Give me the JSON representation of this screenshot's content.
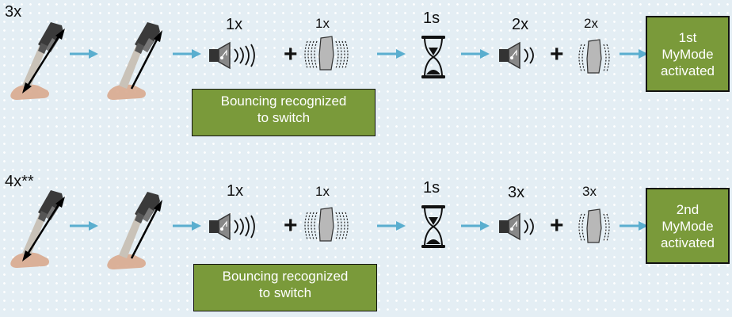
{
  "rows": [
    {
      "repeat_label": "3x",
      "sound1_count": "1x",
      "vibe1_count": "1x",
      "wait_label": "1s",
      "sound2_count": "2x",
      "vibe2_count": "2x",
      "note": [
        "Bouncing recognized",
        "to switch"
      ],
      "result": [
        "1st",
        "MyMode",
        "activated"
      ]
    },
    {
      "repeat_label": "4x**",
      "sound1_count": "1x",
      "vibe1_count": "1x",
      "wait_label": "1s",
      "sound2_count": "3x",
      "vibe2_count": "3x",
      "note": [
        "Bouncing recognized",
        "to switch"
      ],
      "result": [
        "2nd",
        "MyMode",
        "activated"
      ]
    }
  ],
  "colors": {
    "arrow": "#5aaecf",
    "box": "#7a9a3a",
    "skin": "#d8a98e",
    "prosthesis": "#3a3a3a"
  },
  "icons": [
    "prosthetic-leg-icon",
    "speaker-icon",
    "vibration-icon",
    "hourglass-icon",
    "arrow-right-icon",
    "double-arrow-icon"
  ]
}
